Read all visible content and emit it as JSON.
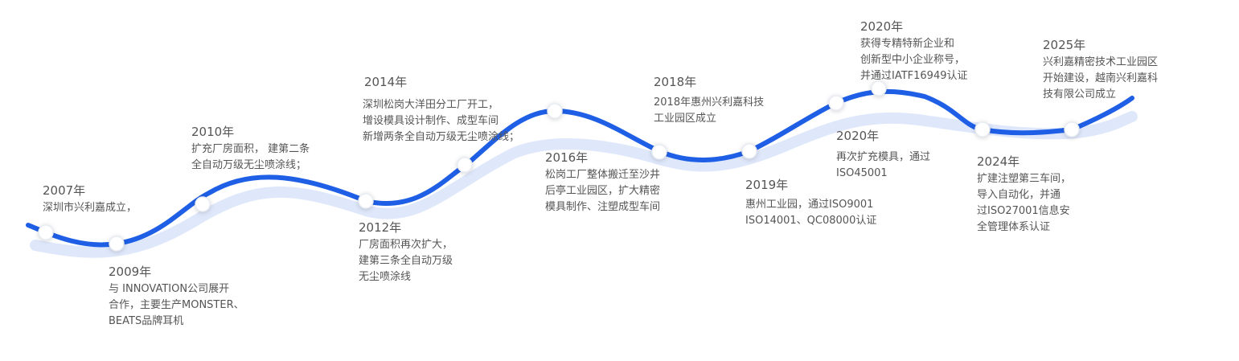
{
  "colors": {
    "main_line": "#1f5fe6",
    "shadow_line": "#dfe8fb",
    "node_fill": "#ffffff",
    "text": "#555555"
  },
  "milestones": [
    {
      "year": "2007年",
      "lines": [
        "深圳市兴利嘉成立，"
      ]
    },
    {
      "year": "2009年",
      "lines": [
        "与 INNOVATION公司展开",
        "合作，主要生产MONSTER、",
        "BEATS品牌耳机"
      ]
    },
    {
      "year": "2010年",
      "lines": [
        "扩充厂房面积， 建第二条",
        "全自动万级无尘喷涂线；"
      ]
    },
    {
      "year": "2012年",
      "lines": [
        "厂房面积再次扩大，",
        "建第三条全自动万级",
        "无尘喷涂线"
      ]
    },
    {
      "year": "2014年",
      "lines": [
        "深圳松岗大洋田分工厂开工，",
        "增设模具设计制作、成型车间",
        "新增两条全自动万级无尘喷涂线；"
      ]
    },
    {
      "year": "2016年",
      "lines": [
        "松岗工厂整体搬迁至沙井",
        "后亭工业园区，扩大精密",
        "模具制作、注塑成型车间"
      ]
    },
    {
      "year": "2018年",
      "lines": [
        "2018年惠州兴利嘉科技",
        "工业园区成立"
      ]
    },
    {
      "year": "2019年",
      "lines": [
        "惠州工业园，通过ISO9001",
        "ISO14001、QC08000认证"
      ]
    },
    {
      "year": "2020年",
      "lines": [
        "获得专精特新企业和",
        "创新型中小企业称号，",
        "并通过IATF16949认证"
      ]
    },
    {
      "year": "2020年",
      "lines": [
        "再次扩充模具，通过",
        "ISO45001"
      ]
    },
    {
      "year": "2024年",
      "lines": [
        "扩建注塑第三车间，",
        "导入自动化，并通",
        "过ISO27001信息安",
        "全管理体系认证"
      ]
    },
    {
      "year": "2025年",
      "lines": [
        "兴利嘉精密技术工业园区",
        "开始建设，越南兴利嘉科",
        "技有限公司成立"
      ]
    }
  ]
}
